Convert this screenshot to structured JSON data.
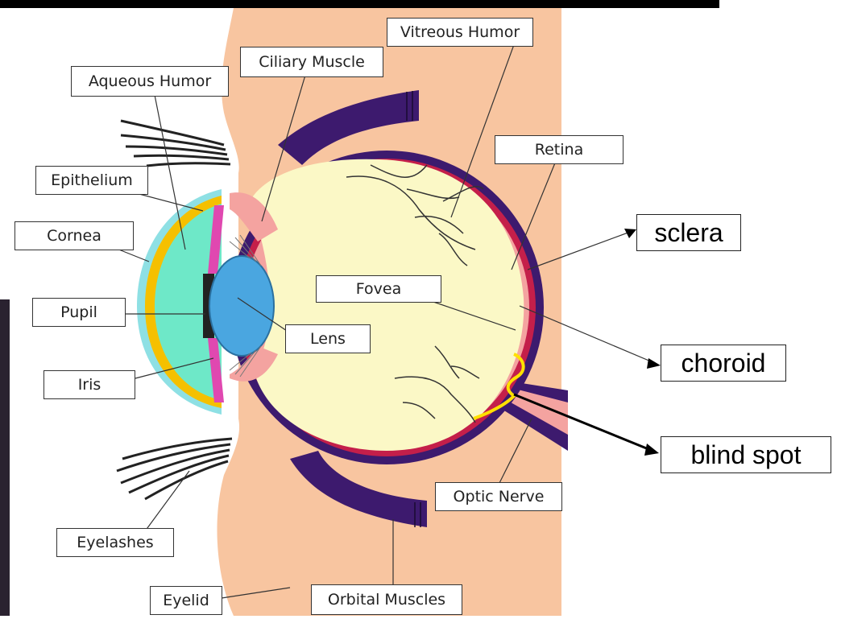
{
  "colors": {
    "skin": "#f8c5a0",
    "sclera": "#3d1a6e",
    "choroid": "#c41f4a",
    "retina": "#f4a3a0",
    "vitreous": "#fbf8c6",
    "lens": "#4aa6e0",
    "cornea": "#f5c000",
    "aqueous": "#6ee8c8",
    "epithelium": "#8ee0e4",
    "iris": "#e048b0",
    "blind_spot_marker": "#ffe000"
  },
  "labels": {
    "vitreous_humor": "Vitreous Humor",
    "ciliary_muscle": "Ciliary Muscle",
    "aqueous_humor": "Aqueous Humor",
    "retina": "Retina",
    "epithelium": "Epithelium",
    "cornea": "Cornea",
    "pupil": "Pupil",
    "iris": "Iris",
    "fovea": "Fovea",
    "lens": "Lens",
    "optic_nerve": "Optic Nerve",
    "eyelashes": "Eyelashes",
    "eyelid": "Eyelid",
    "orbital_muscles": "Orbital Muscles",
    "sclera": "sclera",
    "choroid": "choroid",
    "blind_spot": "blind spot"
  }
}
